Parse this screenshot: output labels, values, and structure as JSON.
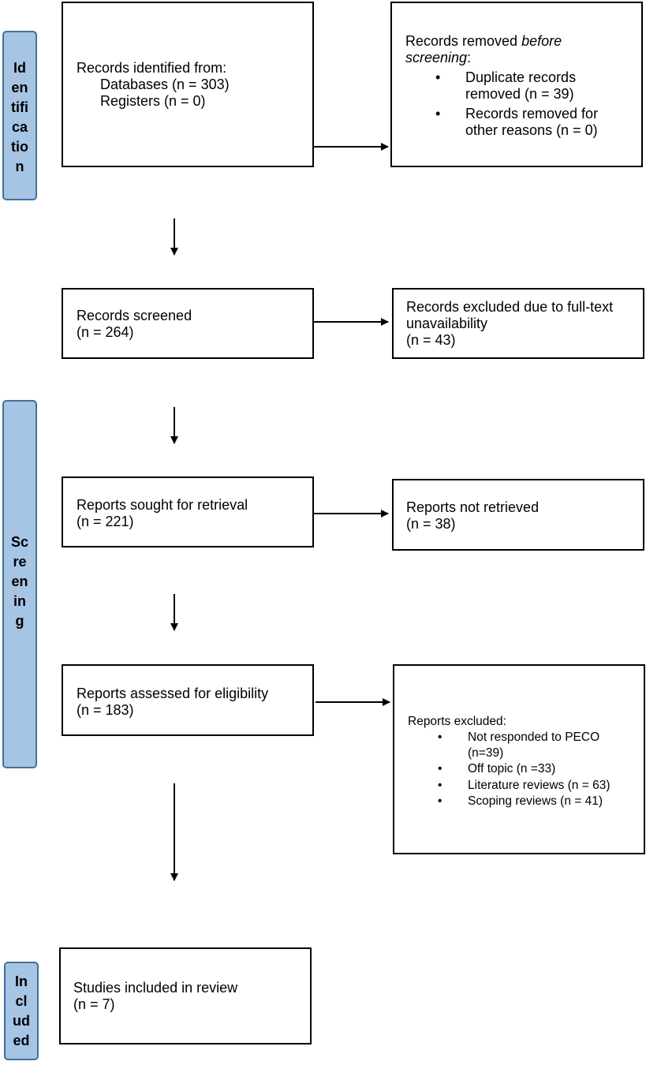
{
  "phases": {
    "identification": [
      "Id",
      "en",
      "tifi",
      "ca",
      "tio",
      "n"
    ],
    "screening": [
      "Sc",
      "re",
      "en",
      "in",
      "g"
    ],
    "included": [
      "In",
      "cl",
      "ud",
      "ed"
    ]
  },
  "boxes": {
    "identified": {
      "title": "Records identified from:",
      "databases": "Databases (n = 303)",
      "registers": "Registers (n = 0)"
    },
    "removed": {
      "title_plain": "Records removed ",
      "title_italic": "before",
      "title_italic2": "screening",
      "title_colon": ":",
      "items": [
        [
          "Duplicate records",
          "removed (n = 39)"
        ],
        [
          "Records removed for",
          "other reasons (n = 0)"
        ]
      ],
      "bullet": "•"
    },
    "screened": {
      "title": "Records screened",
      "count": "(n = 264)"
    },
    "excluded_fulltext": {
      "line1": "Records excluded due to full-text",
      "line2": "unavailability",
      "count": "(n = 43)"
    },
    "sought": {
      "title": "Reports sought for retrieval",
      "count": "(n = 221)"
    },
    "not_retrieved": {
      "title": "Reports not retrieved",
      "count": "(n = 38)"
    },
    "assessed": {
      "title": "Reports assessed for eligibility",
      "count": "(n = 183)"
    },
    "reports_excluded": {
      "title": "Reports excluded:",
      "items": [
        [
          "Not responded to PECO",
          "(n=39)"
        ],
        [
          "Off topic (n =33)"
        ],
        [
          "Literature reviews (n = 63)"
        ],
        [
          "Scoping reviews (n = 41)"
        ]
      ],
      "bullet": "•"
    },
    "included": {
      "title": "Studies included in review",
      "count": "(n = 7)"
    }
  }
}
